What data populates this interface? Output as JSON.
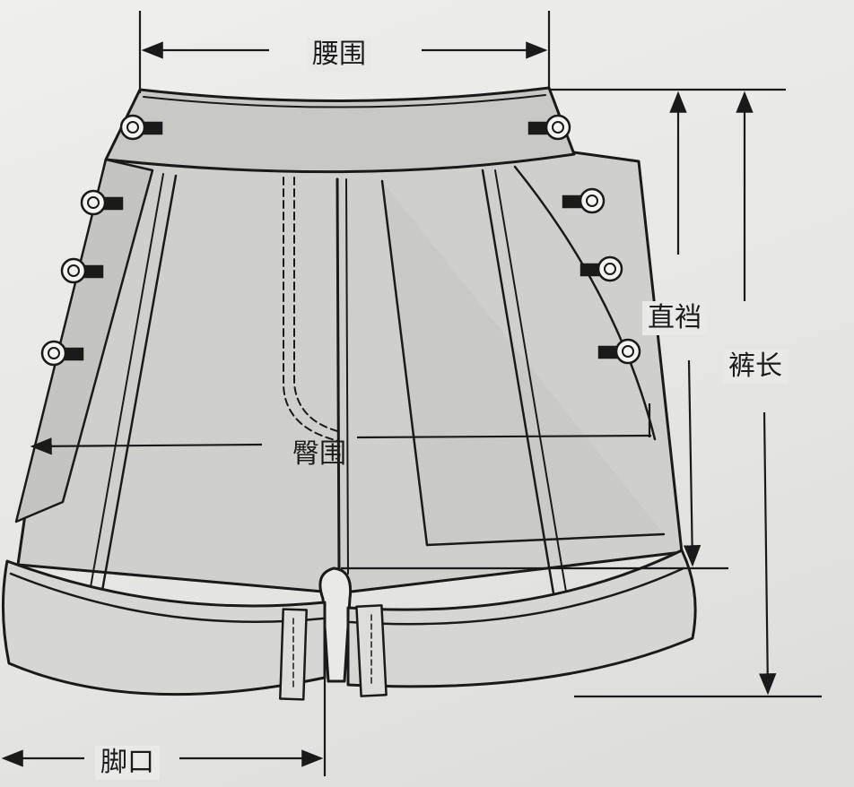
{
  "diagram": {
    "labels": {
      "waist": "腰围",
      "front_rise": "直裆",
      "pant_length": "裤长",
      "hip": "臀围",
      "hem": "脚口"
    },
    "colors": {
      "line": "#1a1a1a",
      "fabric": "#cfcfcc",
      "fabric_dark": "#bdbdba",
      "paper": "#e9e9e7",
      "button": "#f4f4f2"
    },
    "icons": [
      "button-icon"
    ]
  }
}
